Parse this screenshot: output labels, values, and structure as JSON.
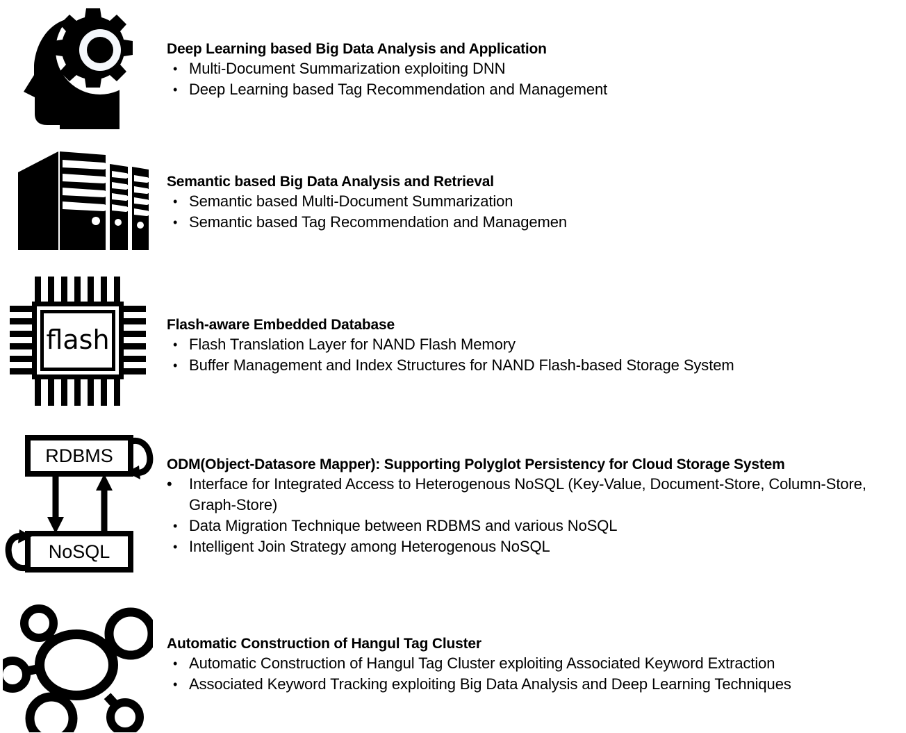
{
  "slide": {
    "background_color": "#ffffff",
    "text_color": "#000000",
    "topics": [
      {
        "icon": "head-with-gear-icon",
        "title": "Deep Learning based Big Data Analysis and Application",
        "bullets": [
          "Multi-Document Summarization exploiting DNN",
          "Deep Learning based Tag Recommendation and Management"
        ]
      },
      {
        "icon": "server-racks-icon",
        "title": "Semantic based Big Data Analysis and Retrieval",
        "bullets": [
          "Semantic based Multi-Document Summarization",
          "Semantic based Tag Recommendation and Managemen"
        ]
      },
      {
        "icon": "flash-memory-chip-icon",
        "title": "Flash-aware Embedded Database",
        "bullets": [
          "Flash Translation Layer for NAND Flash Memory",
          "Buffer Management and Index Structures for NAND Flash-based Storage System"
        ]
      },
      {
        "icon": "rdbms-nosql-mapping-icon",
        "title": "ODM(Object-Datasore Mapper): Supporting Polyglot Persistency for Cloud Storage System",
        "bullets": [
          "Interface for Integrated Access to Heterogenous NoSQL (Key-Value, Document-Store, Column-Store, Graph-Store)",
          "Data Migration Technique between RDBMS and various NoSQL",
          "Intelligent Join Strategy among Heterogenous NoSQL"
        ]
      },
      {
        "icon": "network-cluster-icon",
        "title": "Automatic Construction of Hangul Tag Cluster",
        "bullets": [
          "Automatic Construction of Hangul Tag Cluster exploiting Associated Keyword Extraction",
          "Associated Keyword Tracking exploiting Big Data Analysis and Deep Learning Techniques"
        ]
      }
    ]
  },
  "icon_labels": {
    "chip_text": "flash",
    "rdbms_box": "RDBMS",
    "nosql_box": "NoSQL"
  }
}
